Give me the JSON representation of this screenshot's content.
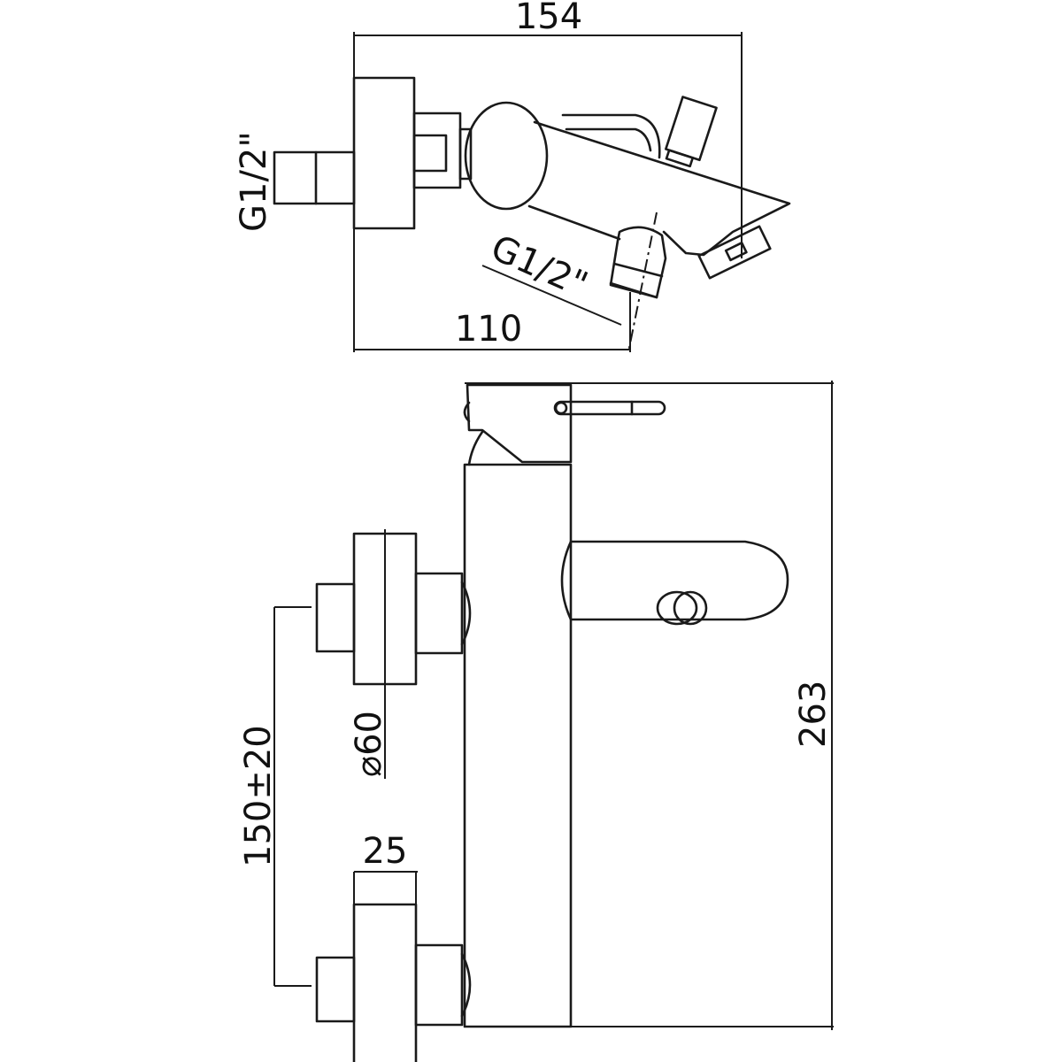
{
  "drawing": {
    "top_view": {
      "overall_width": "154",
      "inlet_thread_left": "G1/2\"",
      "outlet_thread": "G1/2\"",
      "outlet_distance": "110"
    },
    "front_view": {
      "height": "263",
      "rosette_diameter": "⌀60",
      "inlet_centers": "150±20",
      "rosette_depth": "25"
    }
  }
}
